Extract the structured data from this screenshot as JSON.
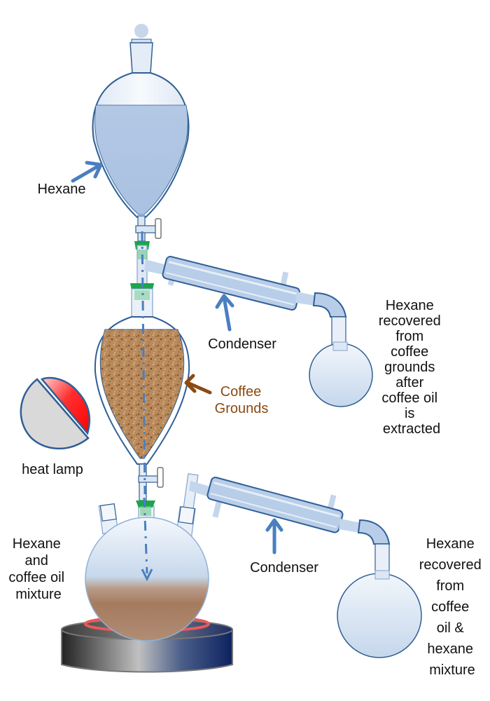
{
  "diagram": {
    "title": "Coffee oil extraction apparatus using hexane",
    "labels": {
      "hexane": "Hexane",
      "condenser_top": "Condenser",
      "condenser_bottom": "Condenser",
      "coffee_grounds": [
        "Coffee",
        "Grounds"
      ],
      "heat_lamp": "heat lamp",
      "mixture": [
        "Hexane",
        "and",
        "coffee oil",
        "mixture"
      ],
      "recovered_top": [
        "Hexane",
        "recovered",
        "from",
        "coffee",
        "grounds",
        "after",
        "coffee oil",
        "is",
        "extracted"
      ],
      "recovered_bottom": [
        "Hexane",
        "recovered",
        "from",
        "coffee",
        "oil &",
        "hexane",
        "mixture"
      ]
    },
    "components": [
      {
        "id": "separatory-funnel",
        "name": "Separatory funnel",
        "contents": "Hexane"
      },
      {
        "id": "extraction-vessel",
        "name": "Extraction vessel",
        "contents": "Coffee grounds"
      },
      {
        "id": "three-neck-flask",
        "name": "Three-neck round-bottom flask",
        "contents": "Hexane and coffee oil mixture"
      },
      {
        "id": "hot-plate",
        "name": "Heating mantle / hot plate"
      },
      {
        "id": "condenser-1",
        "name": "Condenser (upper)"
      },
      {
        "id": "condenser-2",
        "name": "Condenser (lower)"
      },
      {
        "id": "receiving-flask-1",
        "name": "Receiving flask (upper)"
      },
      {
        "id": "receiving-flask-2",
        "name": "Receiving flask (lower)"
      },
      {
        "id": "heat-lamp",
        "name": "Heat lamp"
      }
    ],
    "colors": {
      "glass_stroke": "#2f5f95",
      "liquid_hexane": "#b6cbe6",
      "coffee_grounds": "#b8875a",
      "coffee_oil_mixture": "#a67c5e",
      "stopper_green": "#1aa64a",
      "arrow_blue": "#4a7fc0",
      "arrow_brown": "#8b4a12",
      "lamp_red": "#ff1a1a",
      "lamp_gray": "#d9d9d9",
      "heater_ring": "#e85a5a"
    }
  }
}
